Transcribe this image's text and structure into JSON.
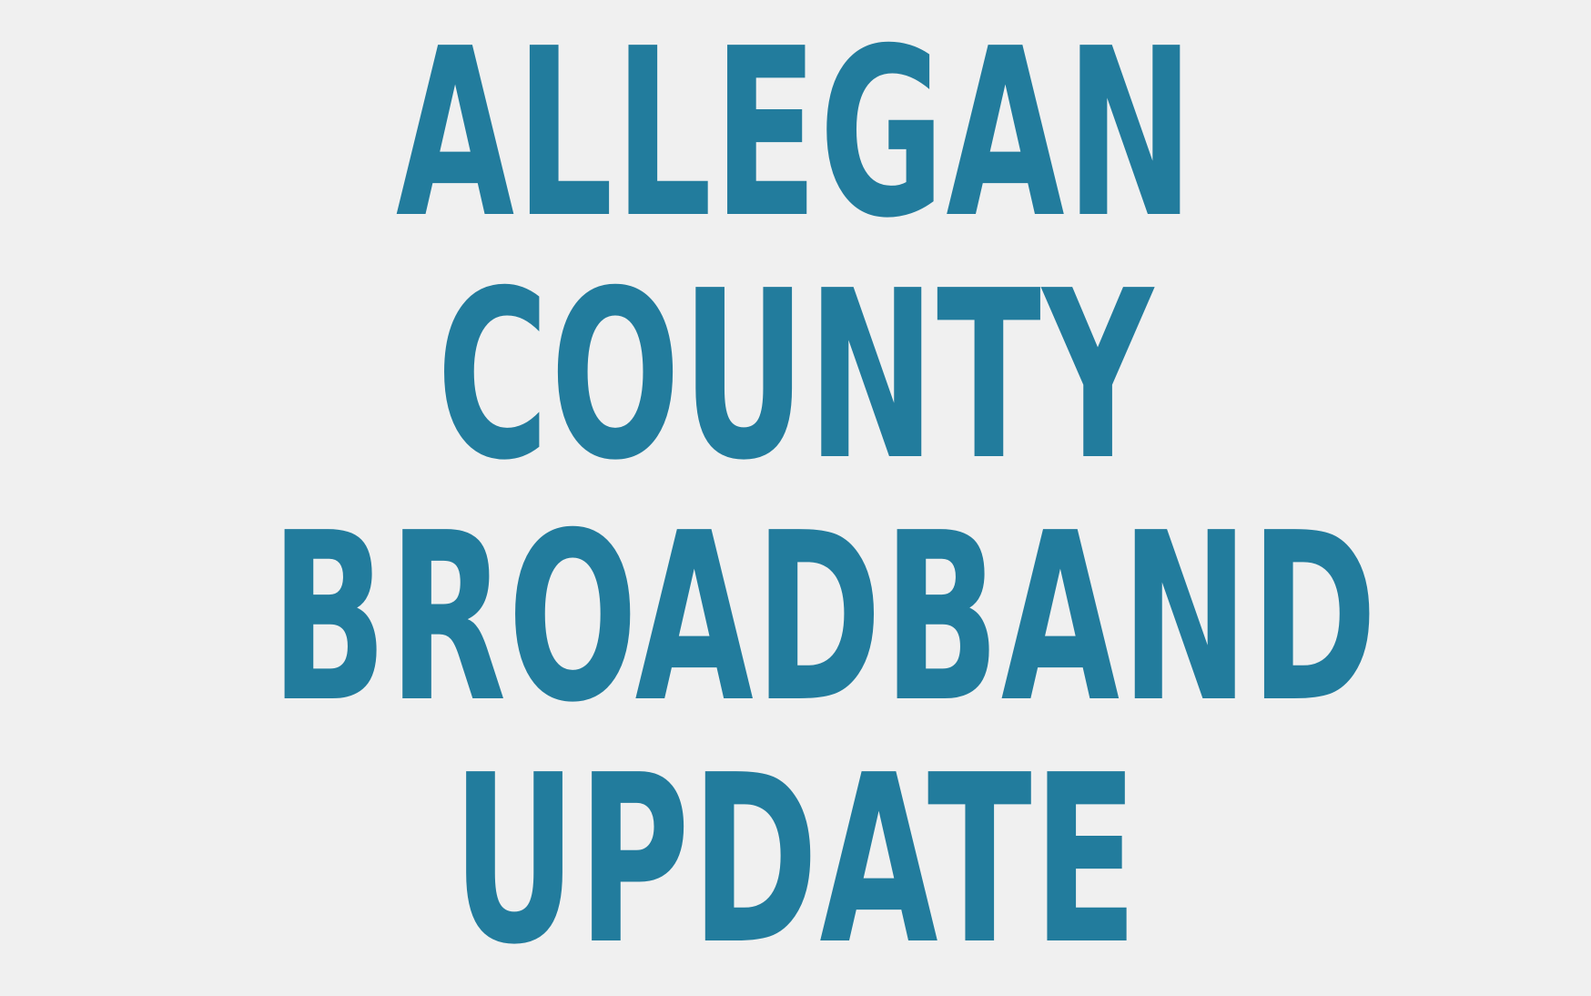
{
  "title": {
    "lines": [
      "ALLEGAN",
      "COUNTY",
      "BROADBAND",
      "UPDATE"
    ],
    "color": "#227c9d",
    "background": "#f0f0f0"
  }
}
